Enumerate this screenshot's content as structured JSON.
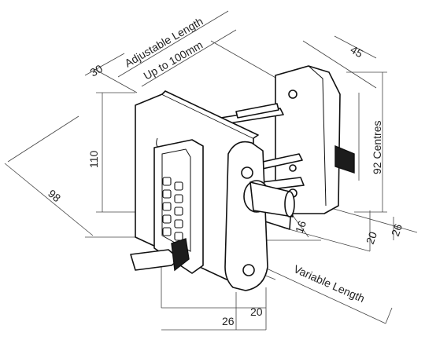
{
  "dimensions": {
    "adjustable_length": "Adjustable Length",
    "up_to": "Up to 100mm",
    "d30": "30",
    "d45": "45",
    "d110": "110",
    "d98": "98",
    "centres": "92 Centres",
    "d16": "16",
    "d20_right": "20",
    "d26_right": "26",
    "variable_length": "Variable Length",
    "d26_bottom": "26",
    "d20_bottom": "20"
  }
}
